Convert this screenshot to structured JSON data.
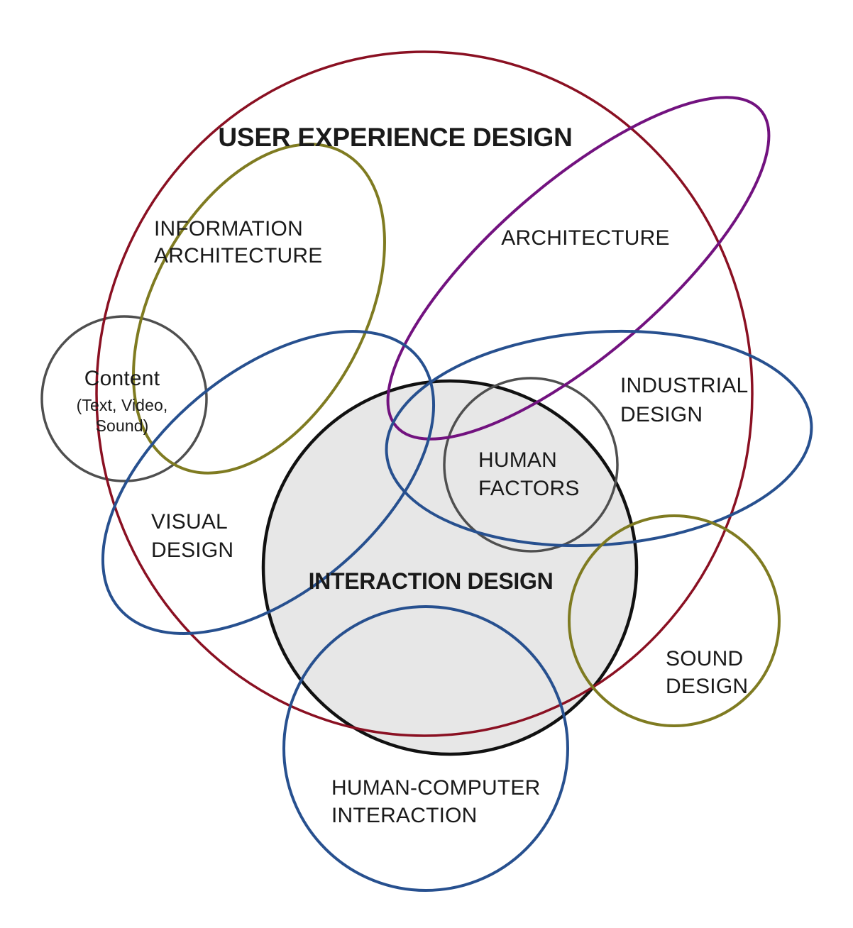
{
  "diagram": {
    "title": "USER EXPERIENCE DESIGN",
    "labels": {
      "information_architecture": {
        "line1": "INFORMATION",
        "line2": "ARCHITECTURE"
      },
      "architecture": {
        "line1": "ARCHITECTURE"
      },
      "content": {
        "line1": "Content",
        "line2": "(Text, Video,",
        "line3": "Sound)"
      },
      "industrial_design": {
        "line1": "INDUSTRIAL",
        "line2": "DESIGN"
      },
      "human_factors": {
        "line1": "HUMAN",
        "line2": "FACTORS"
      },
      "visual_design": {
        "line1": "VISUAL",
        "line2": "DESIGN"
      },
      "interaction_design": {
        "line1": "INTERACTION DESIGN"
      },
      "sound_design": {
        "line1": "SOUND",
        "line2": "DESIGN"
      },
      "human_computer_interaction": {
        "line1": "HUMAN-COMPUTER",
        "line2": "INTERACTION"
      }
    },
    "colors": {
      "ux_red": "#8A1022",
      "purple": "#72127F",
      "olive": "#7F7B21",
      "blue": "#27508F",
      "gray_stroke": "#4F4F4F",
      "black_stroke": "#111111",
      "interaction_fill": "#E7E7E7",
      "text": "#1a1a1a"
    }
  }
}
